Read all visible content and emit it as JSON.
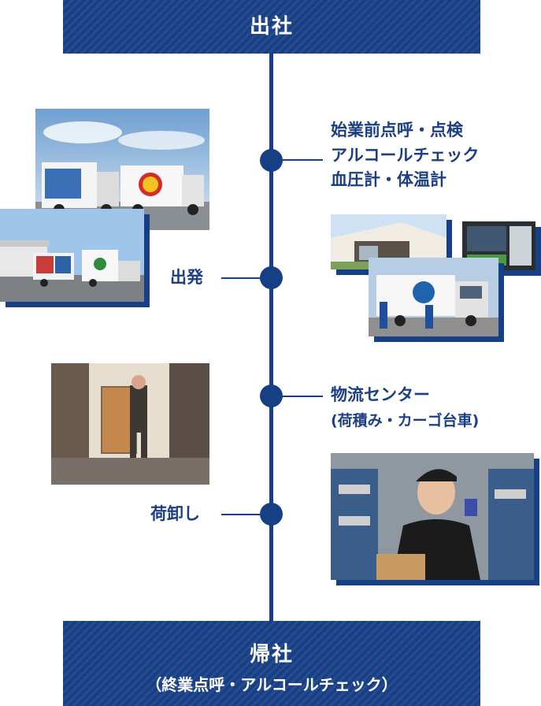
{
  "start": {
    "label": "出社"
  },
  "steps": [
    {
      "lines": [
        "始業前点呼・点検",
        "アルコールチェック",
        "血圧計・体温計"
      ]
    },
    {
      "lines": [
        "出発"
      ]
    },
    {
      "lines": [
        "物流センター",
        "(荷積み・カーゴ台車)"
      ]
    },
    {
      "lines": [
        "荷卸し"
      ]
    }
  ],
  "end": {
    "label": "帰社",
    "sublabel": "（終業点呼・アルコールチェック）"
  },
  "colors": {
    "brand": "#173f85",
    "text": "#1c3f84",
    "background": "#ffffff"
  }
}
